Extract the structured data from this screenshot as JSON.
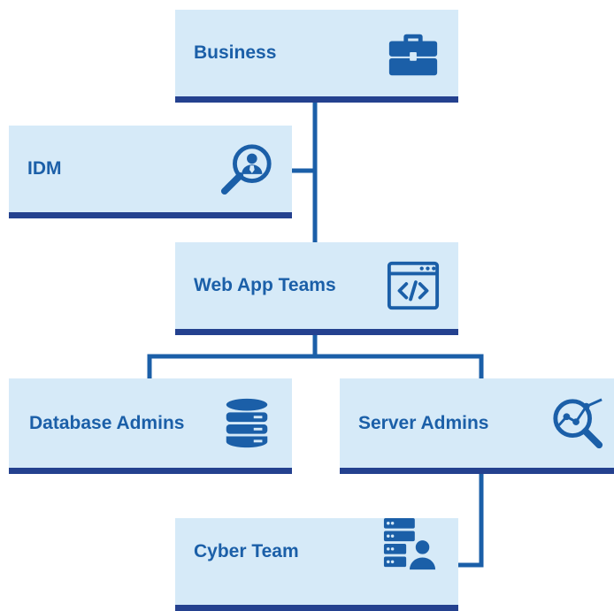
{
  "colors": {
    "node_fill": "#d6eaf8",
    "node_border": "#24418f",
    "label": "#1b5fa8",
    "connector": "#1b5fa8",
    "icon": "#1b5fa8"
  },
  "nodes": {
    "business": {
      "label": "Business",
      "icon": "briefcase-icon"
    },
    "idm": {
      "label": "IDM",
      "icon": "magnifier-person-icon"
    },
    "web_app_teams": {
      "label": "Web App Teams",
      "icon": "code-window-icon"
    },
    "database_admins": {
      "label": "Database Admins",
      "icon": "database-icon"
    },
    "server_admins": {
      "label": "Server Admins",
      "icon": "analytics-search-icon"
    },
    "cyber_team": {
      "label": "Cyber Team",
      "icon": "server-user-icon"
    }
  },
  "edges": [
    {
      "from": "business",
      "to": "web_app_teams"
    },
    {
      "from": "idm",
      "to": "business-web_app_teams-line"
    },
    {
      "from": "web_app_teams",
      "to": "database_admins"
    },
    {
      "from": "web_app_teams",
      "to": "server_admins"
    },
    {
      "from": "server_admins",
      "to": "cyber_team"
    }
  ]
}
